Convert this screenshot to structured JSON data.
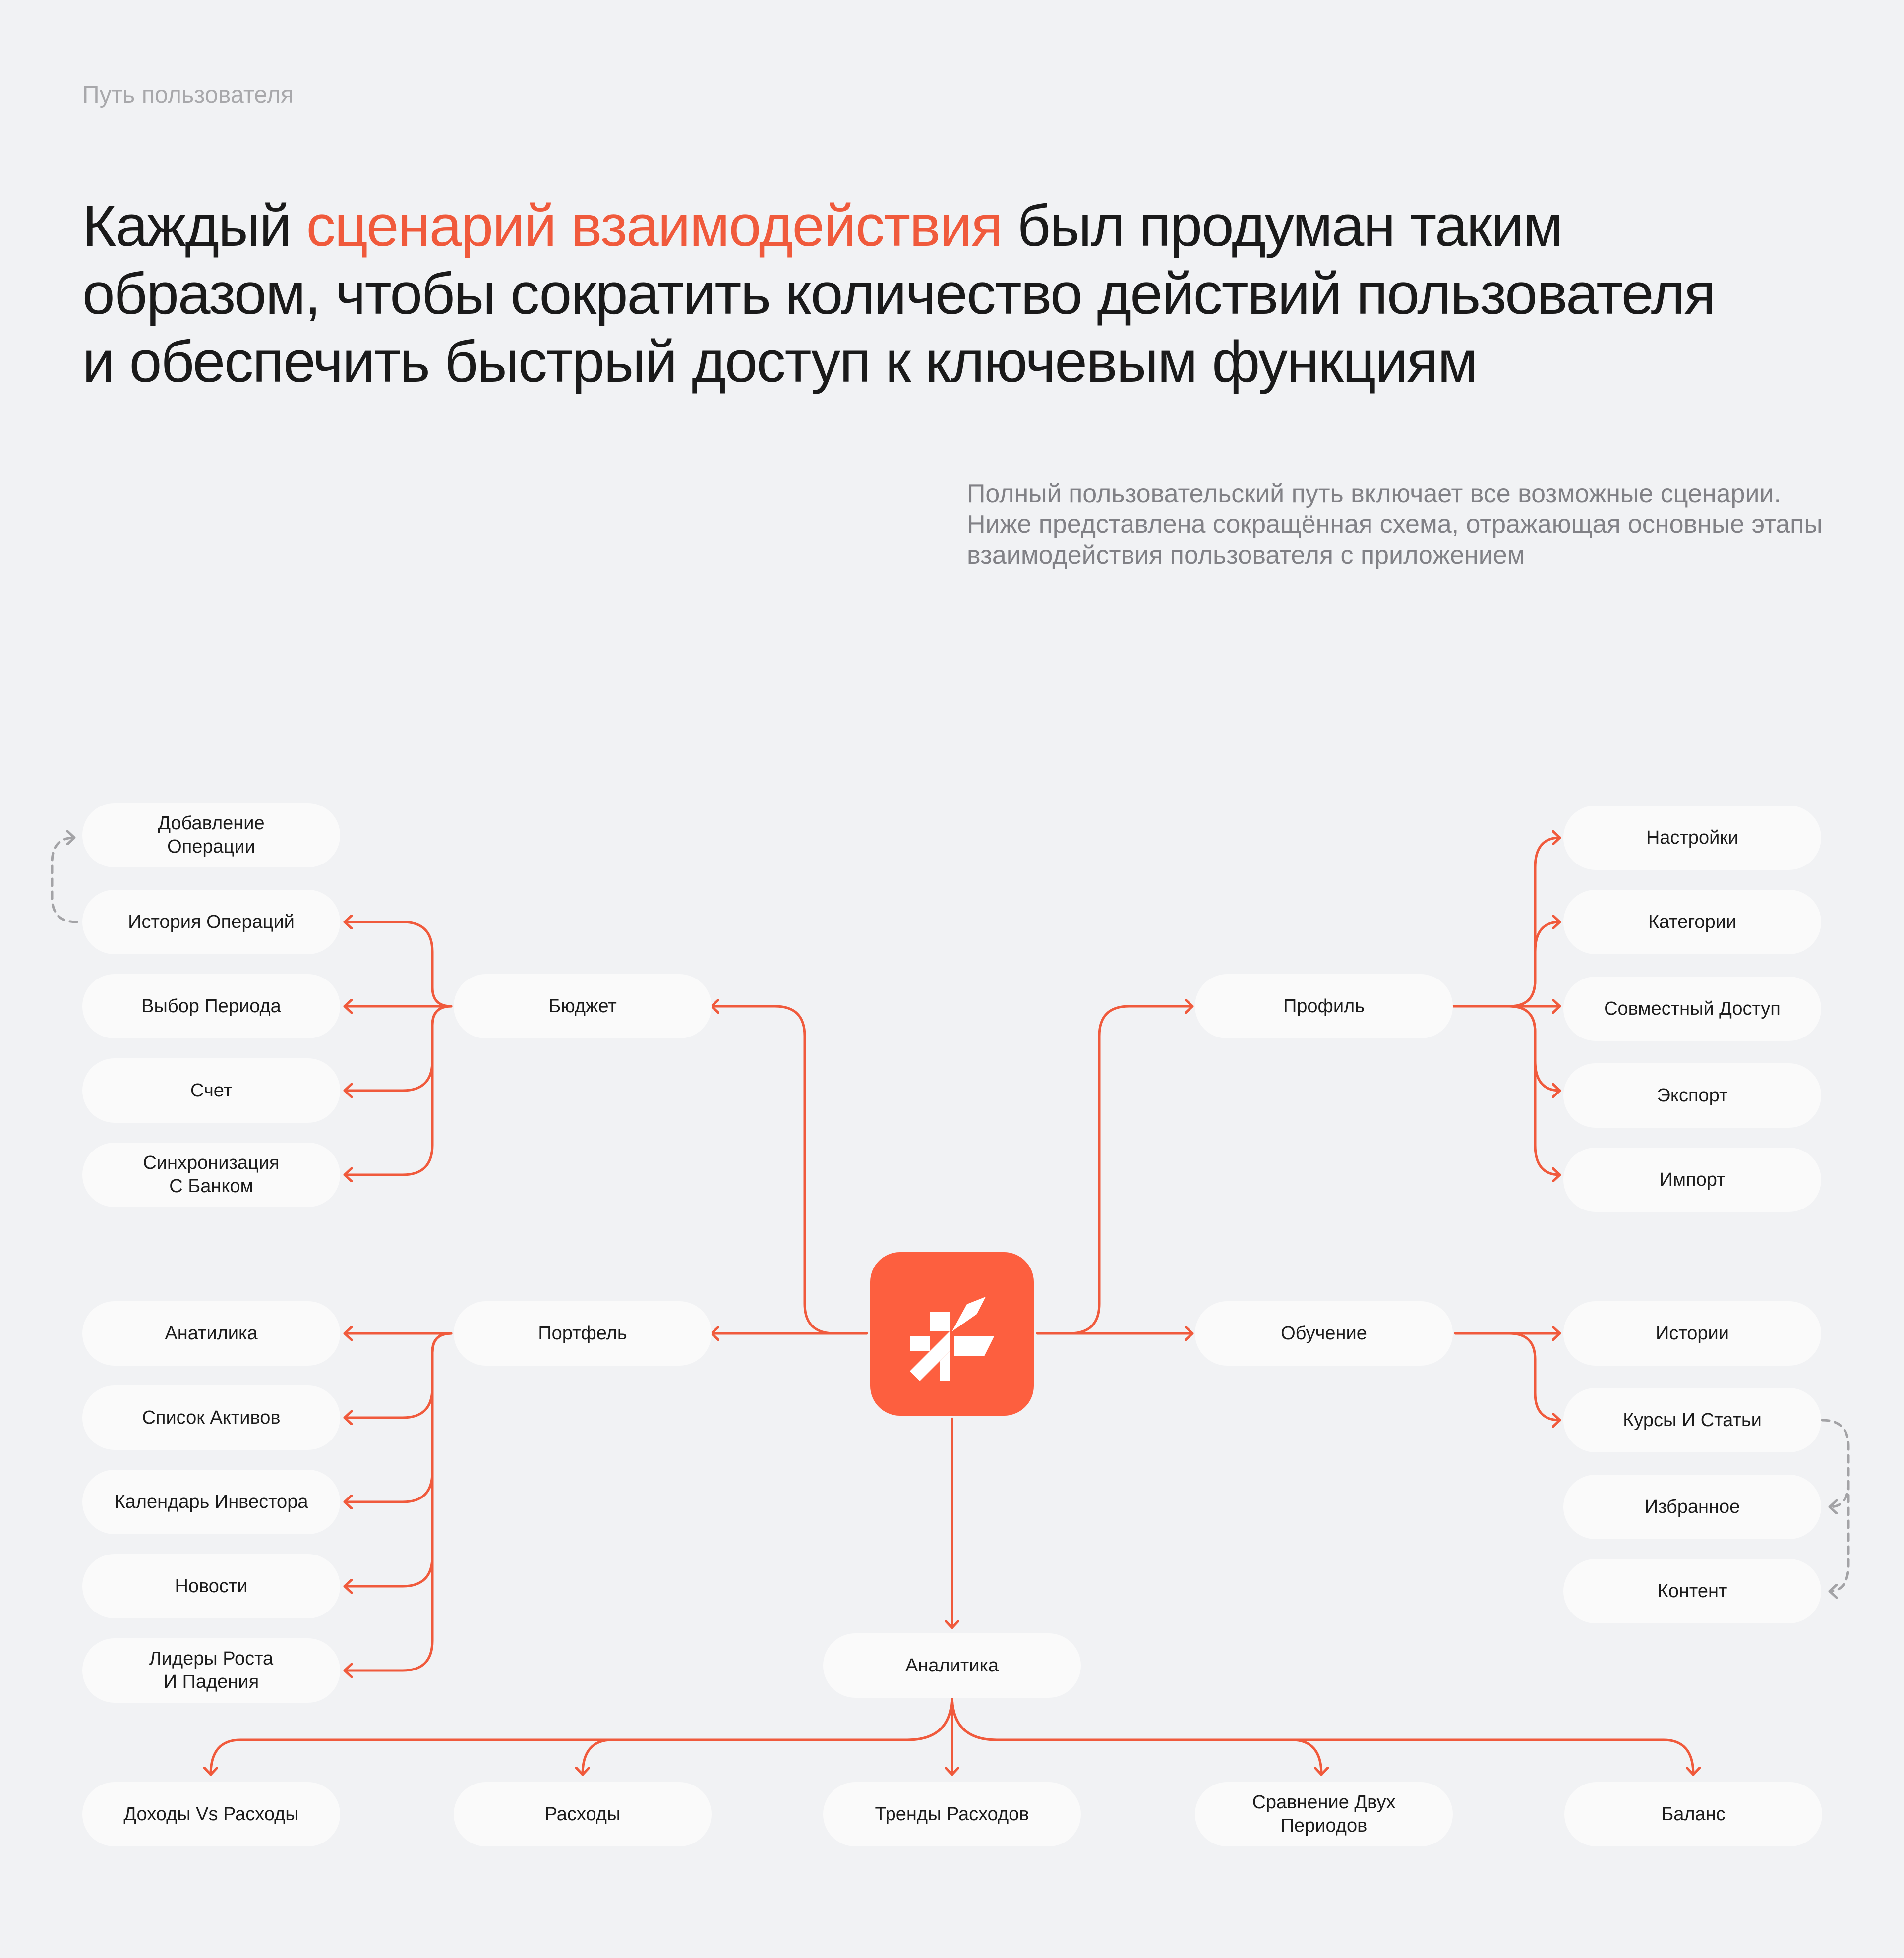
{
  "header": {
    "eyebrow": "Путь пользователя",
    "headline_pre": "Каждый ",
    "headline_accent": "сценарий взаимодействия",
    "headline_line1_post": " был продуман таким",
    "headline_line2": "образом, чтобы сократить количество действий пользователя",
    "headline_line3": "и обеспечить быстрый доступ к ключевым функциям",
    "lead": "Полный пользовательский путь включает все возможные сценарии. Ниже представлена сокращённая схема, отражающая основные этапы взаимодействия пользователя с приложением"
  },
  "colors": {
    "background": "#f1f2f4",
    "accent": "#f05a3c",
    "hub": "#fd5f3f",
    "node": "#fafafa",
    "dashed_link": "#a3a3a6"
  },
  "hub": {
    "icon": "app-logo-icon"
  },
  "budget": {
    "label": "Бюджет",
    "children": [
      "Добавление\nОперации",
      "История Операций",
      "Выбор Периода",
      "Счет",
      "Синхронизация\nС Банком"
    ]
  },
  "portfolio": {
    "label": "Портфель",
    "children": [
      "Анатилика",
      "Список Активов",
      "Календарь Инвестора",
      "Новости",
      "Лидеры Роста\nИ Падения"
    ]
  },
  "profile": {
    "label": "Профиль",
    "children": [
      "Настройки",
      "Категории",
      "Совместный Доступ",
      "Экспорт",
      "Импорт"
    ]
  },
  "learning": {
    "label": "Обучение",
    "children": [
      "Истории",
      "Курсы И Статьи",
      "Избранное",
      "Контент"
    ]
  },
  "analytics": {
    "label": "Аналитика",
    "children": [
      "Доходы Vs Расходы",
      "Расходы",
      "Тренды Расходов",
      "Сравнение Двух\nПериодов",
      "Баланс"
    ]
  }
}
